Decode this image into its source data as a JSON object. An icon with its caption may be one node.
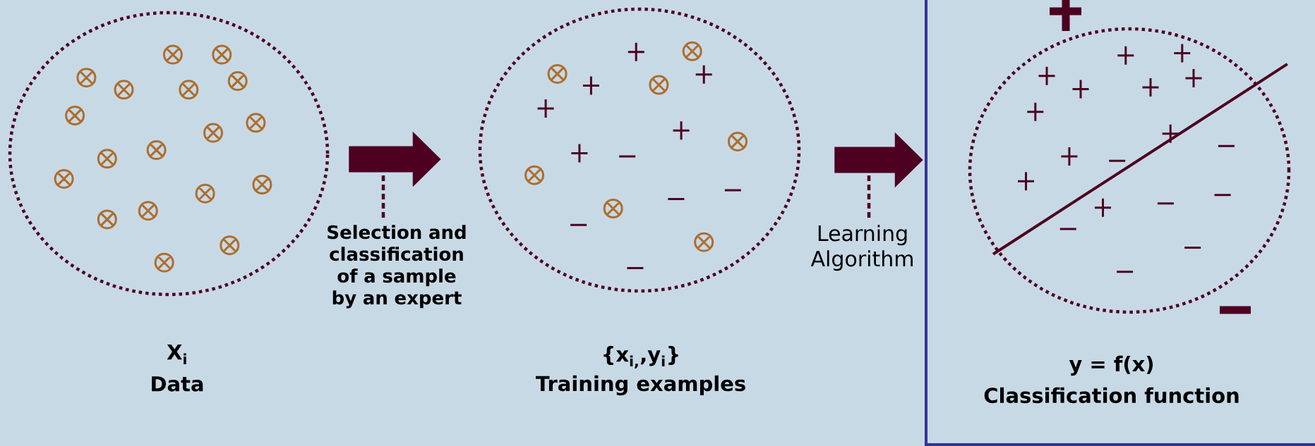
{
  "diagram": {
    "nodes": [
      {
        "text": [],
        "shape": "circle",
        "beside": [
          "X$_{i}$",
          "Data"
        ]
      },
      {
        "text": [],
        "shape": "circle",
        "beside": [
          "{x$_{i,}$,y$_{i}$}",
          "Training examples"
        ]
      },
      {
        "text": [],
        "shape": "circle",
        "beside": [
          "y = f(x)",
          "Classification function"
        ]
      }
    ],
    "edges": [
      {
        "from": 0,
        "to": 1,
        "arrow": "to",
        "label": "Selection and classification of a sample by an expert"
      },
      {
        "from": 1,
        "to": 2,
        "arrow": "to",
        "label": "Learning Algorithm"
      }
    ]
  }
}
